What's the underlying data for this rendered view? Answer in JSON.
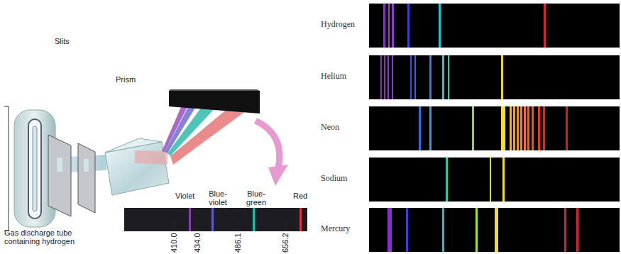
{
  "diagram": {
    "labels": [
      "Slits",
      "Prism",
      "Gas discharge tube containing hydrogen",
      "Violet",
      "Blue-violet",
      "Blue-green",
      "Red",
      "410.0 nm",
      "434.0 nm",
      "486.1 nm",
      "656.2 nm",
      "Hydrogen",
      "Helium",
      "Neon",
      "Sodium",
      "Mercury"
    ]
  }
}
